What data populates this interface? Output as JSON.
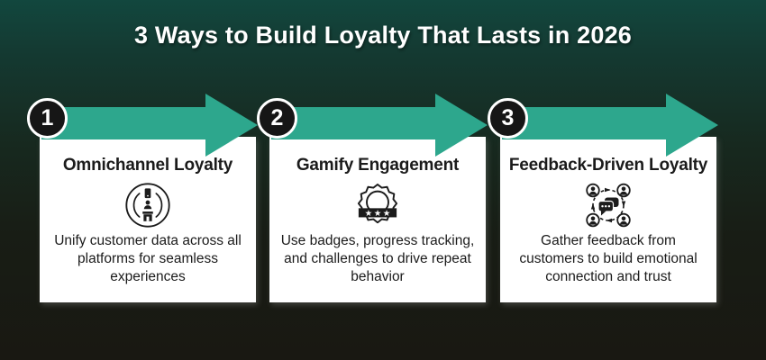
{
  "header": {
    "title": "3 Ways to Build Loyalty That Lasts in 2026"
  },
  "theme": {
    "background_top": "#12473e",
    "background_bottom": "#191812",
    "arrow_color": "#2da78d",
    "card_background": "#ffffff",
    "ink_color": "#1b1b1b",
    "number_circle_fill": "#161616",
    "number_circle_ring": "#ffffff"
  },
  "steps": [
    {
      "number": "1",
      "title": "Omnichannel Loyalty",
      "icon": "omnichannel-cycle-icon",
      "description": "Unify customer data across all platforms for seamless experiences"
    },
    {
      "number": "2",
      "title": "Gamify Engagement",
      "icon": "gamification-badge-icon",
      "description": "Use badges, progress tracking, and challenges to drive repeat behavior"
    },
    {
      "number": "3",
      "title": "Feedback-Driven Loyalty",
      "icon": "feedback-community-icon",
      "description": "Gather feedback from customers to build emotional connection and trust"
    }
  ]
}
